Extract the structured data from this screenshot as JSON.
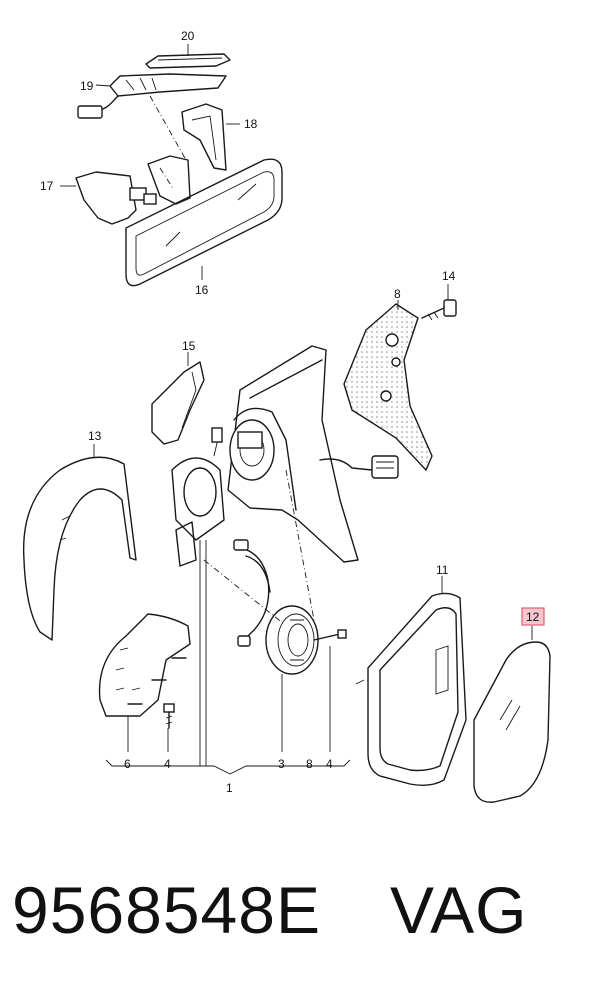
{
  "callouts": {
    "c20": "20",
    "c19": "19",
    "c18": "18",
    "c17": "17",
    "c16": "16",
    "c14": "14",
    "c8_top": "8",
    "c15": "15",
    "c13": "13",
    "c11": "11",
    "c12": "12",
    "c6": "6",
    "c4_left": "4",
    "c3": "3",
    "c8_bottom": "8",
    "c4_right": "4",
    "c1": "1"
  },
  "highlight_color": "#f6c6cf",
  "caption": {
    "part_number": "9568548E",
    "brand": "VAG"
  }
}
